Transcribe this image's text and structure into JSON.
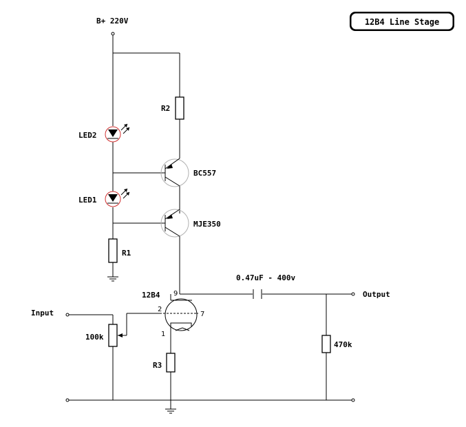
{
  "title": "12B4 Line Stage",
  "supply": "B+ 220V",
  "labels": {
    "led2": "LED2",
    "led1": "LED1",
    "r1": "R1",
    "r2": "R2",
    "r3": "R3",
    "q_upper": "BC557",
    "q_lower": "MJE350",
    "tube": "12B4",
    "pot": "100k",
    "cap": "0.47uF - 400v",
    "load": "470k",
    "input": "Input",
    "output": "Output"
  },
  "pins": {
    "plate": "9",
    "grid": "2",
    "cathode": "1",
    "heater": "7"
  }
}
